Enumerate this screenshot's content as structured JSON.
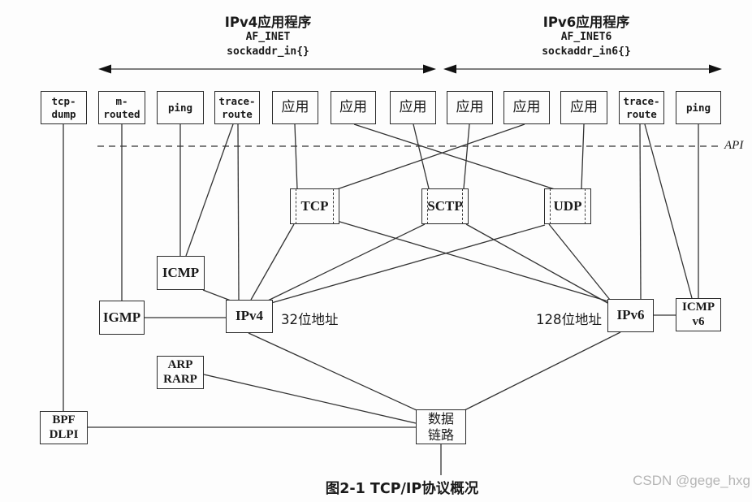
{
  "page": {
    "background": "#fdfdfd",
    "ink": "#1a1a1a",
    "line_color": "#333333",
    "watermark_color": "#b5b5b5"
  },
  "header": {
    "ipv4": {
      "title": "IPv4应用程序",
      "family": "AF_INET",
      "sockaddr": "sockaddr_in{}"
    },
    "ipv6": {
      "title": "IPv6应用程序",
      "family": "AF_INET6",
      "sockaddr": "sockaddr_in6{}"
    },
    "api_label": "API"
  },
  "top_row": {
    "boxes": [
      {
        "label": "tcp-\ndump"
      },
      {
        "label": "m-\nrouted"
      },
      {
        "label": "ping"
      },
      {
        "label": "trace-\nroute"
      },
      {
        "label": "应用"
      },
      {
        "label": "应用"
      },
      {
        "label": "应用"
      },
      {
        "label": "应用"
      },
      {
        "label": "应用"
      },
      {
        "label": "应用"
      },
      {
        "label": "trace-\nroute"
      },
      {
        "label": "ping"
      }
    ]
  },
  "transport": {
    "tcp": "TCP",
    "sctp": "SCTP",
    "udp": "UDP"
  },
  "network": {
    "icmp": "ICMP",
    "igmp": "IGMP",
    "ipv4": "IPv4",
    "ipv4_note": "32位地址",
    "ipv6": "IPv6",
    "ipv6_note": "128位地址",
    "icmpv6": "ICMP\nv6",
    "arp": "ARP\nRARP"
  },
  "link_layer": {
    "bpf": "BPF\nDLPI",
    "datalink": "数据\n链路"
  },
  "caption": "图2-1  TCP/IP协议概况",
  "watermark": "CSDN @gege_hxg"
}
